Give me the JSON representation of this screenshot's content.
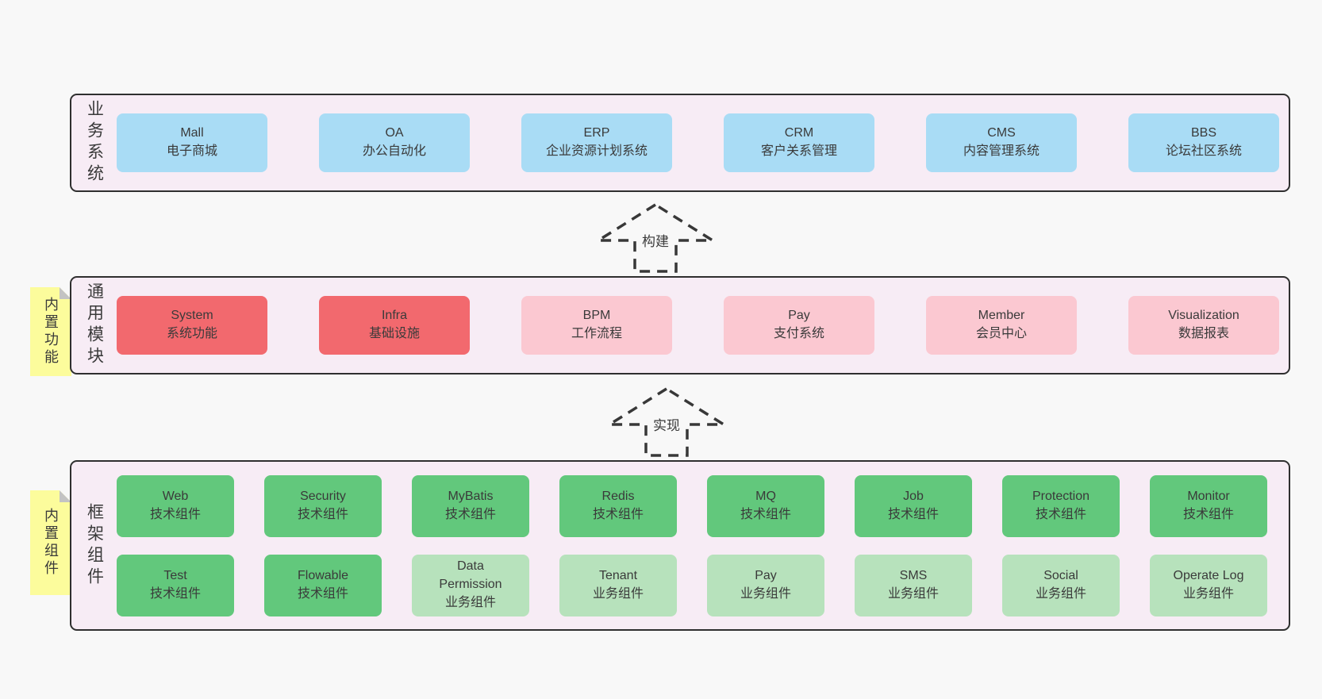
{
  "colors": {
    "page_bg": "#f8f8f8",
    "panel_bg": "#f7ecf5",
    "panel_border": "#2f2f2f",
    "blue_box": "#a9dcf5",
    "red_box": "#f2696e",
    "pink_box": "#fbc8d1",
    "green_box": "#62c87c",
    "light_green_box": "#b7e2bc",
    "sticky_yellow": "#fcfc9c",
    "sticky_fold": "#c3c3c3",
    "text": "#3a3a3a"
  },
  "arrows": [
    {
      "label": "构建"
    },
    {
      "label": "实现"
    }
  ],
  "layers": [
    {
      "label": "业务系统",
      "boxes": [
        {
          "name": "Mall",
          "desc": "电子商城",
          "type": "blue"
        },
        {
          "name": "OA",
          "desc": "办公自动化",
          "type": "blue"
        },
        {
          "name": "ERP",
          "desc": "企业资源计划系统",
          "type": "blue"
        },
        {
          "name": "CRM",
          "desc": "客户关系管理",
          "type": "blue"
        },
        {
          "name": "CMS",
          "desc": "内容管理系统",
          "type": "blue"
        },
        {
          "name": "BBS",
          "desc": "论坛社区系统",
          "type": "blue"
        }
      ]
    },
    {
      "label": "通用模块",
      "sticky": "内置功能",
      "boxes": [
        {
          "name": "System",
          "desc": "系统功能",
          "type": "red"
        },
        {
          "name": "Infra",
          "desc": "基础设施",
          "type": "red"
        },
        {
          "name": "BPM",
          "desc": "工作流程",
          "type": "pink"
        },
        {
          "name": "Pay",
          "desc": "支付系统",
          "type": "pink"
        },
        {
          "name": "Member",
          "desc": "会员中心",
          "type": "pink"
        },
        {
          "name": "Visualization",
          "desc": "数据报表",
          "type": "pink"
        }
      ]
    },
    {
      "label": "框架组件",
      "sticky": "内置组件",
      "rows": [
        [
          {
            "name": "Web",
            "desc": "技术组件",
            "type": "green"
          },
          {
            "name": "Security",
            "desc": "技术组件",
            "type": "green"
          },
          {
            "name": "MyBatis",
            "desc": "技术组件",
            "type": "green"
          },
          {
            "name": "Redis",
            "desc": "技术组件",
            "type": "green"
          },
          {
            "name": "MQ",
            "desc": "技术组件",
            "type": "green"
          },
          {
            "name": "Job",
            "desc": "技术组件",
            "type": "green"
          },
          {
            "name": "Protection",
            "desc": "技术组件",
            "type": "green"
          },
          {
            "name": "Monitor",
            "desc": "技术组件",
            "type": "green"
          }
        ],
        [
          {
            "name": "Test",
            "desc": "技术组件",
            "type": "green"
          },
          {
            "name": "Flowable",
            "desc": "技术组件",
            "type": "green"
          },
          {
            "name": "Data Permission",
            "desc": "业务组件",
            "type": "lightgreen"
          },
          {
            "name": "Tenant",
            "desc": "业务组件",
            "type": "lightgreen"
          },
          {
            "name": "Pay",
            "desc": "业务组件",
            "type": "lightgreen"
          },
          {
            "name": "SMS",
            "desc": "业务组件",
            "type": "lightgreen"
          },
          {
            "name": "Social",
            "desc": "业务组件",
            "type": "lightgreen"
          },
          {
            "name": "Operate Log",
            "desc": "业务组件",
            "type": "lightgreen"
          }
        ]
      ]
    }
  ]
}
